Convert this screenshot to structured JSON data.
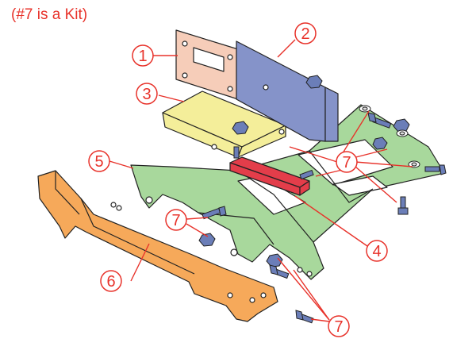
{
  "note": "(#7 is a Kit)",
  "accent_color": "#e8322a",
  "part_colors": {
    "plate_1": "#f6cdb9",
    "bracket_2": "#8593c9",
    "plate_3": "#f4ee9a",
    "bar_4": "#e33d4a",
    "frame_5": "#a8d89c",
    "tube_6": "#f6a95a",
    "hardware_7": "#6b7eb8"
  },
  "callouts": [
    {
      "id": "callout-1",
      "label": "1"
    },
    {
      "id": "callout-2",
      "label": "2"
    },
    {
      "id": "callout-3",
      "label": "3"
    },
    {
      "id": "callout-4",
      "label": "4"
    },
    {
      "id": "callout-5",
      "label": "5"
    },
    {
      "id": "callout-6",
      "label": "6"
    },
    {
      "id": "callout-7a",
      "label": "7"
    },
    {
      "id": "callout-7b",
      "label": "7"
    },
    {
      "id": "callout-7c",
      "label": "7"
    }
  ]
}
